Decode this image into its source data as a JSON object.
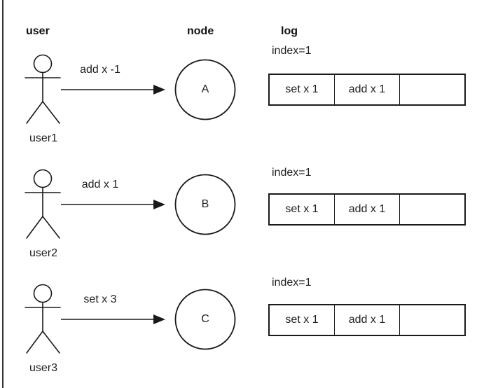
{
  "diagram": {
    "headers": {
      "user": "user",
      "node": "node",
      "log": "log"
    },
    "rows": [
      {
        "user_label": "user1",
        "command": "add x -1",
        "node_label": "A",
        "index_label": "index=1",
        "log_cells": [
          "set x 1",
          "add x 1",
          ""
        ]
      },
      {
        "user_label": "user2",
        "command": "add x 1",
        "node_label": "B",
        "index_label": "index=1",
        "log_cells": [
          "set x 1",
          "add x 1",
          ""
        ]
      },
      {
        "user_label": "user3",
        "command": "set x 3",
        "node_label": "C",
        "index_label": "index=1",
        "log_cells": [
          "set x 1",
          "add x 1",
          ""
        ]
      }
    ],
    "colors": {
      "line": "#1a1a1a",
      "text": "#1f1f1f",
      "background": "#ffffff",
      "canvas_border": "#333333"
    }
  }
}
